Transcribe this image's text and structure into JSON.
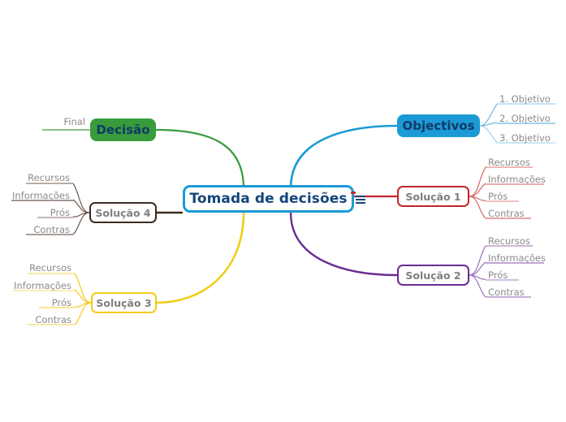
{
  "diagram": {
    "title": "Tomada de decisões",
    "type": "mind-map",
    "background": "#ffffff",
    "root": {
      "label": "Tomada de decisões",
      "border_color": "#1c9ad6",
      "text_color": "#13457a",
      "fill": "#ffffff"
    },
    "note_icon": {
      "name": "note-lines-icon",
      "color": "#13457a",
      "marker_color": "#c0262c"
    },
    "branches": [
      {
        "id": "decisao",
        "label": "Decisão",
        "color": "#389b3c",
        "fill": "#389b3c",
        "text_color": "#103a66",
        "style": "filled",
        "side": "left",
        "children": [
          {
            "label": "Final",
            "underline_color": "#5aa85e"
          }
        ]
      },
      {
        "id": "objectivos",
        "label": "Objectivos",
        "color": "#1c9ad6",
        "fill": "#1c9ad6",
        "text_color": "#103a66",
        "style": "filled",
        "side": "right",
        "children": [
          {
            "label": "1. Objetivo",
            "underline_color": "#9ecfec"
          },
          {
            "label": "2. Objetivo",
            "underline_color": "#66b8e4"
          },
          {
            "label": "3. Objetivo",
            "underline_color": "#a8d6ef"
          }
        ]
      },
      {
        "id": "solucao1",
        "label": "Solução 1",
        "color": "#c0262c",
        "fill": "#ffffff",
        "text_color": "#7f7f7f",
        "style": "outline",
        "side": "right",
        "children": [
          {
            "label": "Recursos",
            "underline_color": "#e08b8e"
          },
          {
            "label": "Informações",
            "underline_color": "#dd7b7f"
          },
          {
            "label": "Prós",
            "underline_color": "#e79a9d"
          },
          {
            "label": "Contras",
            "underline_color": "#db6d72"
          }
        ]
      },
      {
        "id": "solucao2",
        "label": "Solução 2",
        "color": "#6a2c91",
        "fill": "#ffffff",
        "text_color": "#7f7f7f",
        "style": "outline",
        "side": "right",
        "children": [
          {
            "label": "Recursos",
            "underline_color": "#ab8ac6"
          },
          {
            "label": "Informações",
            "underline_color": "#9a72bb"
          },
          {
            "label": "Prós",
            "underline_color": "#b496cd"
          },
          {
            "label": "Contras",
            "underline_color": "#a883c4"
          }
        ]
      },
      {
        "id": "solucao3",
        "label": "Solução 3",
        "color": "#f3cb18",
        "fill": "#ffffff",
        "text_color": "#7f7f7f",
        "style": "outline",
        "side": "left",
        "children": [
          {
            "label": "Recursos",
            "underline_color": "#f7dd6f"
          },
          {
            "label": "Informações",
            "underline_color": "#f8e48c"
          },
          {
            "label": "Prós",
            "underline_color": "#f6d84e"
          },
          {
            "label": "Contras",
            "underline_color": "#f7de70"
          }
        ]
      },
      {
        "id": "solucao4",
        "label": "Solução 4",
        "color": "#3d2b20",
        "fill": "#ffffff",
        "text_color": "#7f7f7f",
        "style": "outline",
        "side": "left",
        "children": [
          {
            "label": "Recursos",
            "underline_color": "#8d7a6e"
          },
          {
            "label": "Informações",
            "underline_color": "#6b564a"
          },
          {
            "label": "Prós",
            "underline_color": "#9c8b80"
          },
          {
            "label": "Contras",
            "underline_color": "#7a6558"
          }
        ]
      }
    ]
  }
}
